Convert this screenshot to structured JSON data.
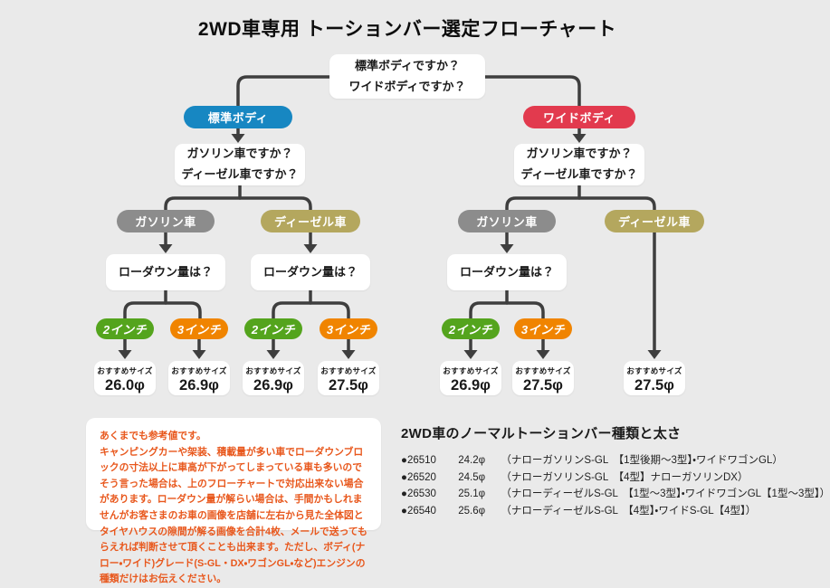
{
  "title": "2WD車専用 トーションバー選定フローチャート",
  "colors": {
    "bg": "#eaeaea",
    "line": "#3e3e3e",
    "blue": "#1787c2",
    "red": "#e23a4e",
    "gray": "#8c8c8c",
    "olive": "#b4a75e",
    "green": "#54a41d",
    "orange": "#f08400",
    "note": "#e8571c"
  },
  "flow": {
    "root_q": [
      "標準ボディですか？",
      "ワイドボディですか？"
    ],
    "fuel_q": [
      "ガソリン車ですか？",
      "ディーゼル車ですか？"
    ],
    "lowdown_q": "ローダウン量は？",
    "standard_body": "標準ボディ",
    "wide_body": "ワイドボディ",
    "gasoline": "ガソリン車",
    "diesel": "ディーゼル車",
    "inch2": "2インチ",
    "inch3": "3インチ",
    "recommend": "おすすめサイズ",
    "sizes": [
      "26.0φ",
      "26.9φ",
      "26.9φ",
      "27.5φ",
      "26.9φ",
      "27.5φ",
      "27.5φ"
    ]
  },
  "note": {
    "intro": "あくまでも参考値です。",
    "body": "キャンピングカーや架装、積載量が多い車でローダウンブロックの寸法以上に車高が下がってしまっている車も多いのでそう言った場合は、上のフローチャートで対応出来ない場合があります。ローダウン量が解らい場合は、手間かもしれませんがお客さまのお車の画像を店舗に左右から見た全体図とタイヤハウスの隙間が解る画像を合計4枚、メールで送ってもらえれば判断させて頂くことも出来ます。ただし、ボディ(ナロー・ワイド)グレード(S-GL・DX・ワゴンGL・など)エンジンの種類だけはお伝えください。"
  },
  "specs": {
    "heading": "2WD車のノーマルトーションバー種類と太さ",
    "items": [
      {
        "code": "●26510",
        "size": "24.2φ",
        "desc": "（ナローガソリンS-GL　【1型後期〜3型】・ワイドワゴンGL）"
      },
      {
        "code": "●26520",
        "size": "24.5φ",
        "desc": "（ナローガソリンS-GL　【4型】ナローガソリンDX）"
      },
      {
        "code": "●26530",
        "size": "25.1φ",
        "desc": "（ナローディーゼルS-GL　【1型〜3型】・ワイドワゴンGL【1型〜3型】）"
      },
      {
        "code": "●26540",
        "size": "25.6φ",
        "desc": "（ナローディーゼルS-GL　【4型】・ワイドS-GL【4型】）"
      }
    ]
  }
}
